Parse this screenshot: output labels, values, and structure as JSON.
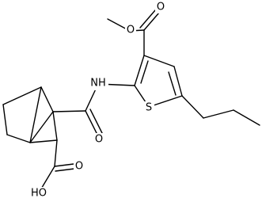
{
  "molecule": {
    "atom_labels": {
      "ester_o_double": "O",
      "ester_o_single": "O",
      "amide_nh": "NH",
      "thiophene_s": "S",
      "amide_o": "O",
      "acid_o_double": "O",
      "acid_oh": "HO"
    }
  }
}
